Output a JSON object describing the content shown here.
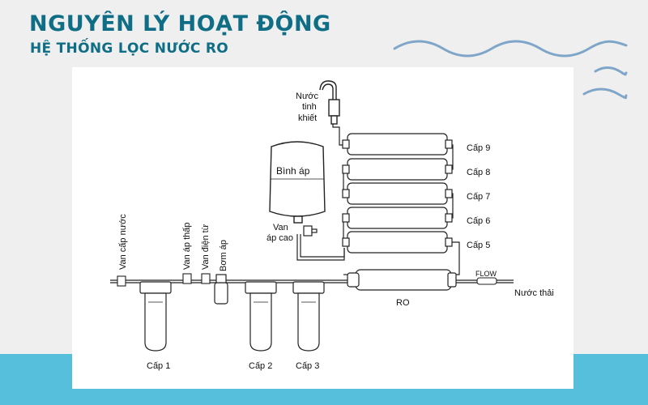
{
  "header": {
    "title": "NGUYÊN LÝ HOẠT ĐỘNG",
    "subtitle": "HỆ THỐNG LỌC NƯỚC RO"
  },
  "labels": {
    "pure_water_1": "Nước",
    "pure_water_2": "tinh",
    "pure_water_3": "khiết",
    "pressure_tank": "Bình áp",
    "high_pressure_valve_1": "Van",
    "high_pressure_valve_2": "áp cao",
    "inlet_valve": "Van cấp nước",
    "low_pressure_valve": "Van áp thấp",
    "solenoid_valve": "Van điện từ",
    "pump": "Bơm áp",
    "membrane": "RO",
    "flow": "FLOW",
    "waste_water": "Nước thải"
  },
  "stages": {
    "s1": "Cấp 1",
    "s2": "Cấp 2",
    "s3": "Cấp 3",
    "s5": "Cấp 5",
    "s6": "Cấp 6",
    "s7": "Cấp 7",
    "s8": "Cấp 8",
    "s9": "Cấp 9"
  },
  "colors": {
    "title": "#0f6e85",
    "band": "#55bfdc",
    "waves": "#7fa6c8",
    "line": "#222222"
  },
  "icons": [
    "faucet-icon",
    "pressure-tank-icon",
    "valve-icon",
    "pump-icon",
    "filter-housing-icon",
    "inline-filter-icon",
    "ro-membrane-icon",
    "flow-restrictor-icon"
  ]
}
